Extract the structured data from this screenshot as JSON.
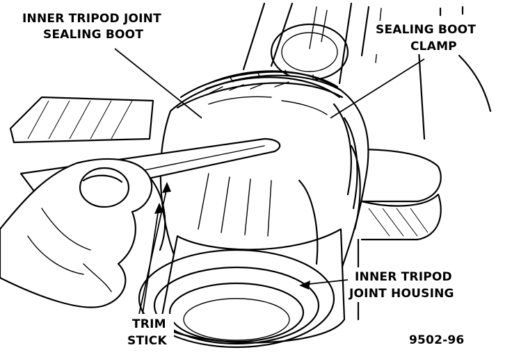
{
  "labels": {
    "boot_line1": "INNER TRIPOD JOINT",
    "boot_line2": "SEALING BOOT",
    "clamp_line1": "SEALING BOOT",
    "clamp_line2": "CLAMP",
    "housing_line1": "INNER TRIPOD",
    "housing_line2": "JOINT HOUSING",
    "stick_line1": "TRIM",
    "stick_line2": "STICK"
  },
  "figure_number": "9502-96"
}
